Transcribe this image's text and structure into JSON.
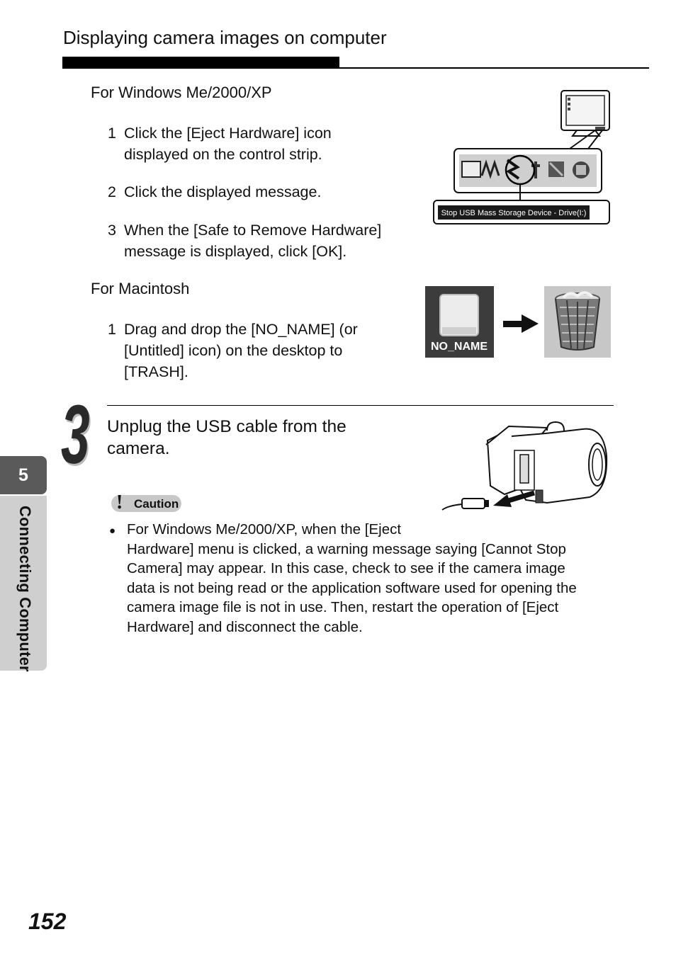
{
  "section_title": "Displaying camera images on computer",
  "windows": {
    "heading": "For Windows Me/2000/XP",
    "steps": [
      {
        "num": "1",
        "lines": [
          "Click the [Eject Hardware] icon",
          "displayed on the control strip."
        ]
      },
      {
        "num": "2",
        "lines": [
          "Click the displayed message."
        ]
      },
      {
        "num": "3",
        "lines": [
          "When the [Safe to Remove Hardware]",
          "message is displayed, click [OK]."
        ]
      }
    ],
    "popup_message": "Stop USB Mass Storage Device - Drive(I:)"
  },
  "mac": {
    "heading": "For Macintosh",
    "steps": [
      {
        "num": "1",
        "lines": [
          "Drag and drop the [NO_NAME] (or",
          "[Untitled] icon) on the desktop to",
          "[TRASH]."
        ]
      }
    ],
    "drive_label": "NO_NAME"
  },
  "step3": {
    "number": "3",
    "lines": [
      "Unplug the USB cable from the",
      "camera."
    ]
  },
  "caution": {
    "label": "Caution",
    "lines": [
      "For Windows Me/2000/XP, when the [Eject",
      "Hardware] menu is clicked, a warning message saying [Cannot Stop",
      "Camera] may appear. In this case, check to see if the camera image",
      "data is not being read or the application software used for opening the",
      "camera image file is not in use. Then, restart the operation of [Eject",
      "Hardware] and disconnect the cable."
    ]
  },
  "side_tab": {
    "chapter": "5",
    "label": "Connecting Computer"
  },
  "page_number": "152"
}
